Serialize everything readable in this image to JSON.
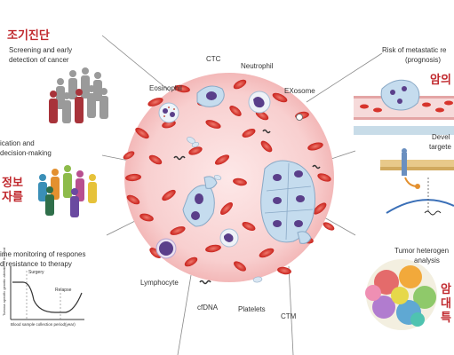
{
  "panels": {
    "screening": {
      "korean": "조기진단",
      "english_line1": "Screening and early",
      "english_line2": "detection of cancer"
    },
    "medication": {
      "english_line1": "ication and",
      "english_line2": "decision-making",
      "korean_line1": "정보",
      "korean_line2": "자를"
    },
    "monitoring": {
      "english_line1": "ime monitoring of respones",
      "english_line2": "d resistance to therapy",
      "graph_label_surgery": "Surgery",
      "graph_label_relapse": "Relapse",
      "graph_xlabel": "Blood sample collection period(year)",
      "graph_ylabel": "Tumour-specific genetic alterations in blood"
    },
    "metastatic": {
      "english_line1": "Risk of metastatic re",
      "english_line2": "(prognosis)",
      "korean": "암의"
    },
    "targeted": {
      "english_line1": "Devel",
      "english_line2": "targete"
    },
    "heterogeneity": {
      "english_line1": "Tumor heterogen",
      "english_line2": "analysis",
      "korean_line1": "암",
      "korean_line2": "대",
      "korean_line3": "특"
    }
  },
  "cells": {
    "ctc": "CTC",
    "eosinophil": "Eosinophil",
    "neutrophil": "Neutrophil",
    "exosome": "EXosome",
    "lymphocyte": "Lymphocyte",
    "cfdna": "cfDNA",
    "platelets": "Platelets",
    "ctm": "CTM"
  },
  "colors": {
    "korean_text": "#c0282d",
    "blood_background": "#f7c6c6",
    "red_blood_cell": "#d7342c",
    "tumor_cell": "#b9d3e6",
    "nucleus": "#5a3f8a",
    "figure_red": "#a8333a",
    "figure_gray": "#9a9a9a"
  }
}
